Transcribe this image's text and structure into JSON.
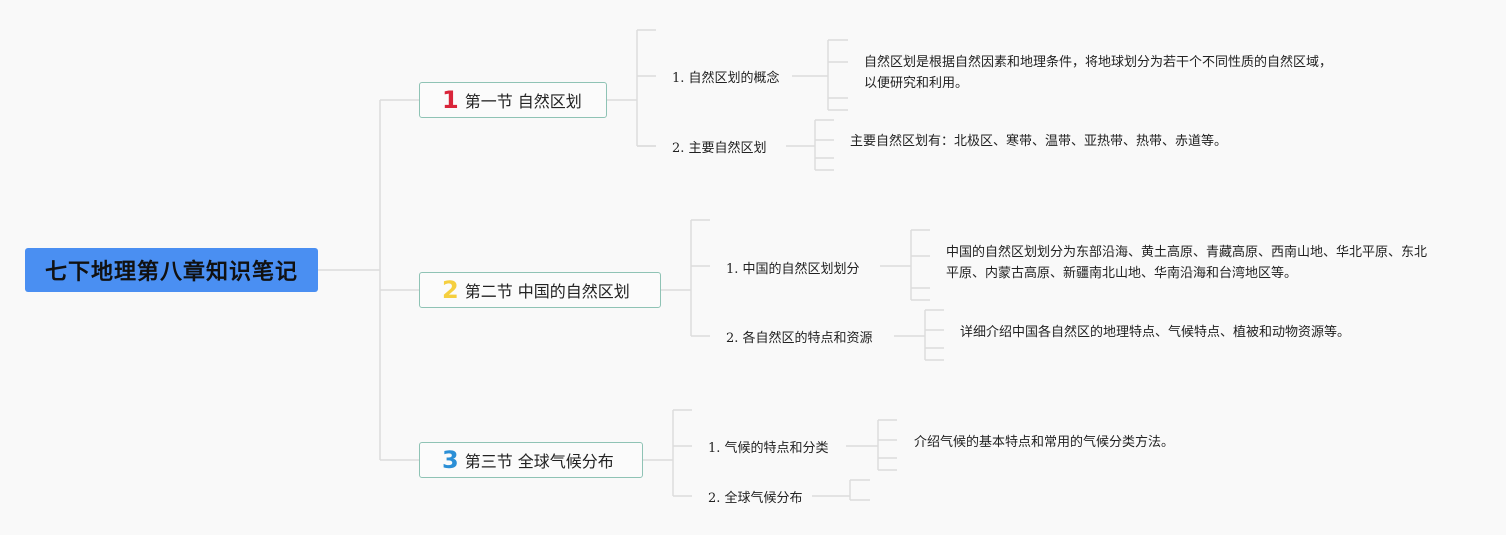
{
  "root": {
    "title": "七下地理第八章知识笔记"
  },
  "sections": [
    {
      "number": "1",
      "number_color": "#d9253a",
      "title": "第一节 自然区划",
      "items": [
        {
          "label": "1. 自然区划的概念",
          "desc": "自然区划是根据自然因素和地理条件，将地球划分为若干个不同性质的自然区域，以便研究和利用。"
        },
        {
          "label": "2. 主要自然区划",
          "desc": "主要自然区划有：北极区、寒带、温带、亚热带、热带、赤道等。"
        }
      ]
    },
    {
      "number": "2",
      "number_color": "#f5cf3f",
      "title": "第二节 中国的自然区划",
      "items": [
        {
          "label": "1. 中国的自然区划划分",
          "desc": "中国的自然区划划分为东部沿海、黄土高原、青藏高原、西南山地、华北平原、东北平原、内蒙古高原、新疆南北山地、华南沿海和台湾地区等。"
        },
        {
          "label": "2. 各自然区的特点和资源",
          "desc": "详细介绍中国各自然区的地理特点、气候特点、植被和动物资源等。"
        }
      ]
    },
    {
      "number": "3",
      "number_color": "#2b8fd6",
      "title": "第三节 全球气候分布",
      "items": [
        {
          "label": "1. 气候的特点和分类",
          "desc": "介绍气候的基本特点和常用的气候分类方法。"
        },
        {
          "label": "2. 全球气候分布",
          "desc": ""
        }
      ]
    }
  ]
}
